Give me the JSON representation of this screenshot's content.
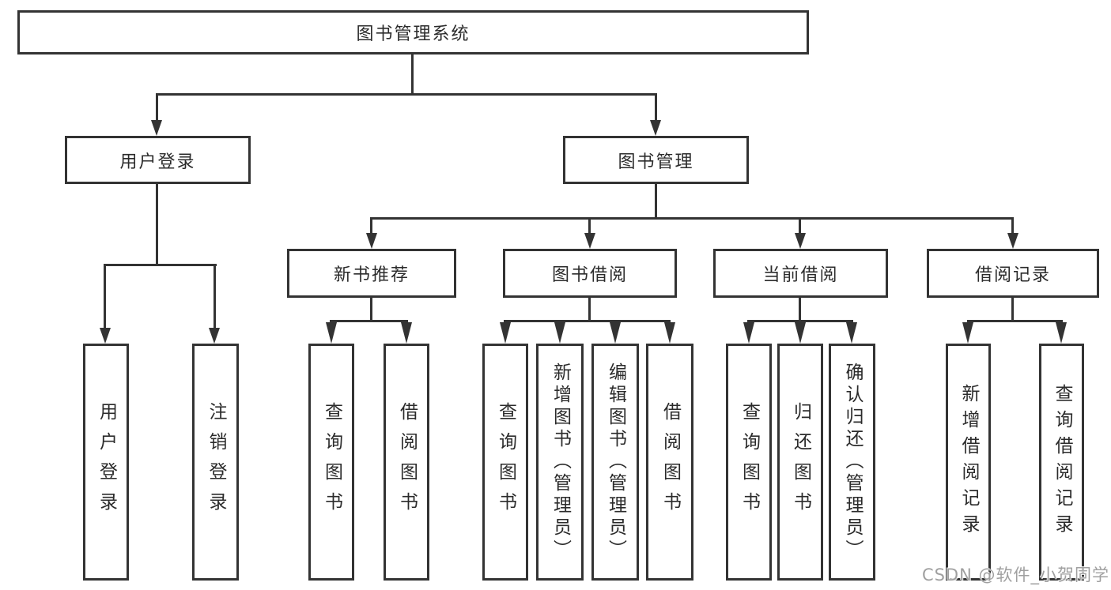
{
  "diagram": {
    "title": "图书管理系统",
    "tree": {
      "label": "图书管理系统",
      "children": [
        {
          "label": "用户登录",
          "children": [
            {
              "label": "用户登录"
            },
            {
              "label": "注销登录"
            }
          ]
        },
        {
          "label": "图书管理",
          "children": [
            {
              "label": "新书推荐",
              "children": [
                {
                  "label": "查询图书"
                },
                {
                  "label": "借阅图书"
                }
              ]
            },
            {
              "label": "图书借阅",
              "children": [
                {
                  "label": "查询图书"
                },
                {
                  "label": "新增图书（管理员）"
                },
                {
                  "label": "编辑图书（管理员）"
                },
                {
                  "label": "借阅图书"
                }
              ]
            },
            {
              "label": "当前借阅",
              "children": [
                {
                  "label": "查询图书"
                },
                {
                  "label": "归还图书"
                },
                {
                  "label": "确认归还（管理员）"
                }
              ]
            },
            {
              "label": "借阅记录",
              "children": [
                {
                  "label": "新增借阅记录"
                },
                {
                  "label": "查询借阅记录"
                }
              ]
            }
          ]
        }
      ]
    },
    "colors": {
      "line": "#333333",
      "text": "#2b2b2b",
      "background": "#ffffff",
      "watermark": "#a0a0a0"
    }
  },
  "watermark": {
    "text": "CSDN @软件_小贺同学"
  }
}
